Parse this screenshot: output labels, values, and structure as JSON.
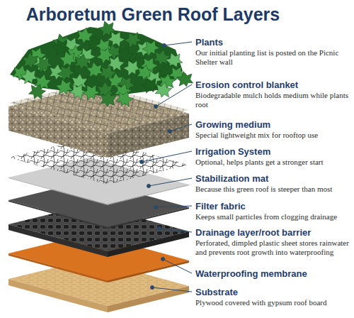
{
  "diagram": {
    "title": "Arboretum Green Roof Layers",
    "labels": [
      "Plants",
      "Our initial planting list is posted on the Picnic Shelter wall",
      "Erosion control blanket",
      "Biodegradable mulch holds medium while plants root",
      "Growing medium",
      "Special lightweight mix for rooftop use",
      "Irrigation System",
      "Optional, helps plants get a stronger start",
      "Stabilization mat",
      "Because this green roof is steeper than most",
      "Filter fabric",
      "Keeps small particles from clogging drainage",
      "Drainage layer/root barrier",
      "Perforated, dimpled plastic sheet stores rainwater and prevents root growth into waterproofing",
      "Waterproofing membrane",
      "Substrate",
      "Plywood covered with gypsum roof board"
    ]
  }
}
